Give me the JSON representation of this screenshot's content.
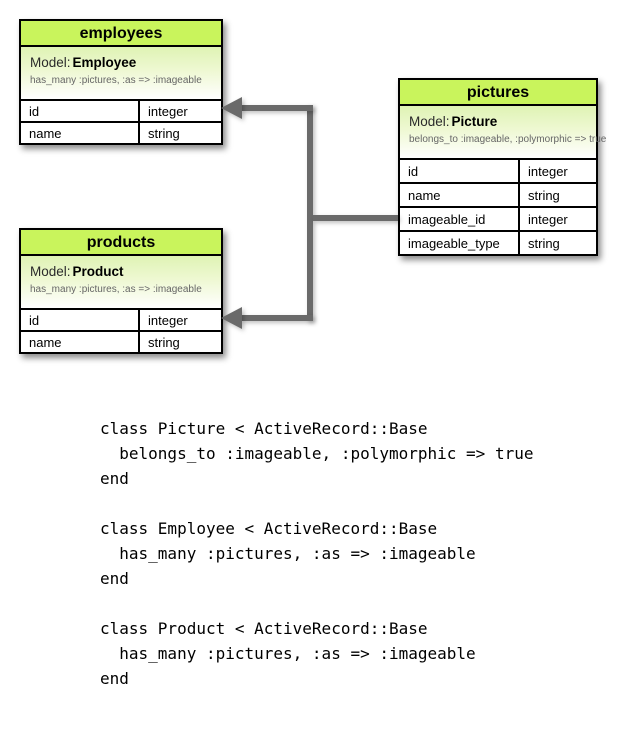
{
  "diagram": {
    "colors": {
      "header_green": "#c9f45c",
      "model_gradient_top": "#dff3b4",
      "connector_gray": "#6a6a6a",
      "border_black": "#000000"
    },
    "tables": {
      "employees": {
        "title": "employees",
        "model_label": "Model:",
        "model_name": "Employee",
        "association": "has_many :pictures, :as => :imageable",
        "rows": [
          {
            "field": "id",
            "type": "integer"
          },
          {
            "field": "name",
            "type": "string"
          }
        ]
      },
      "pictures": {
        "title": "pictures",
        "model_label": "Model:",
        "model_name": "Picture",
        "association": "belongs_to :imageable, :polymorphic => true",
        "rows": [
          {
            "field": "id",
            "type": "integer"
          },
          {
            "field": "name",
            "type": "string"
          },
          {
            "field": "imageable_id",
            "type": "integer"
          },
          {
            "field": "imageable_type",
            "type": "string"
          }
        ]
      },
      "products": {
        "title": "products",
        "model_label": "Model:",
        "model_name": "Product",
        "association": "has_many :pictures, :as => :imageable",
        "rows": [
          {
            "field": "id",
            "type": "integer"
          },
          {
            "field": "name",
            "type": "string"
          }
        ]
      }
    }
  },
  "code_blocks": [
    {
      "lines": [
        "class Picture < ActiveRecord::Base",
        "  belongs_to :imageable, :polymorphic => true",
        "end"
      ]
    },
    {
      "lines": [
        "class Employee < ActiveRecord::Base",
        "  has_many :pictures, :as => :imageable",
        "end"
      ]
    },
    {
      "lines": [
        "class Product < ActiveRecord::Base",
        "  has_many :pictures, :as => :imageable",
        "end"
      ]
    }
  ]
}
